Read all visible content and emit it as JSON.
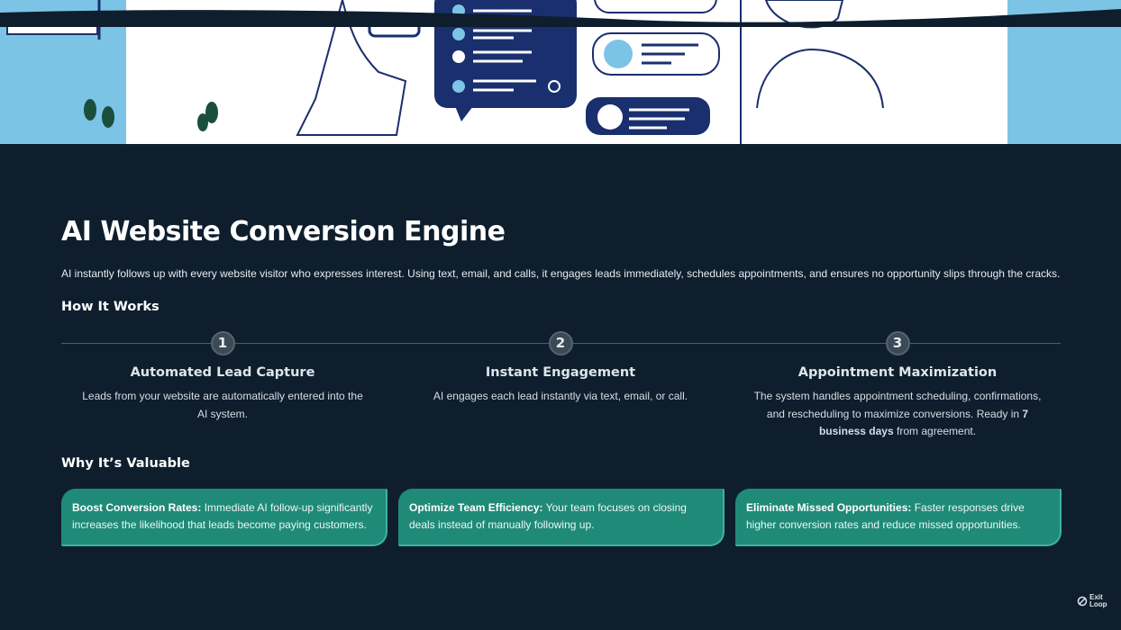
{
  "title": "AI Website Conversion Engine",
  "intro": "AI instantly follows up with every website visitor who expresses interest. Using text, email, and calls, it engages leads immediately, schedules appointments, and ensures no opportunity slips through the cracks.",
  "how_heading": "How It Works",
  "steps": [
    {
      "num": "1",
      "title": "Automated Lead Capture",
      "text": "Leads from your website are automatically entered into the AI system."
    },
    {
      "num": "2",
      "title": "Instant Engagement",
      "text": "AI engages each lead instantly via text, email, or call."
    },
    {
      "num": "3",
      "title": "Appointment Maximization",
      "text_before": "The system handles appointment scheduling, confirmations, and rescheduling to maximize conversions. Ready in ",
      "text_bold": "7 business days",
      "text_after": " from agreement."
    }
  ],
  "why_heading": "Why It’s Valuable",
  "cards": [
    {
      "label": "Boost Conversion Rates:",
      "text": " Immediate AI follow-up significantly increases the likelihood that leads become paying customers."
    },
    {
      "label": "Optimize Team Efficiency:",
      "text": " Your team focuses on closing deals instead of manually following up."
    },
    {
      "label": "Eliminate Missed Opportunities:",
      "text": " Faster responses drive higher conversion rates and reduce missed opportunities."
    }
  ],
  "logo": {
    "line1": "Exit",
    "line2": "Loop"
  },
  "colors": {
    "background": "#0e1e2d",
    "card": "#1f8a78",
    "hero": "#7cc4e6",
    "navy": "#1a2f6e"
  }
}
